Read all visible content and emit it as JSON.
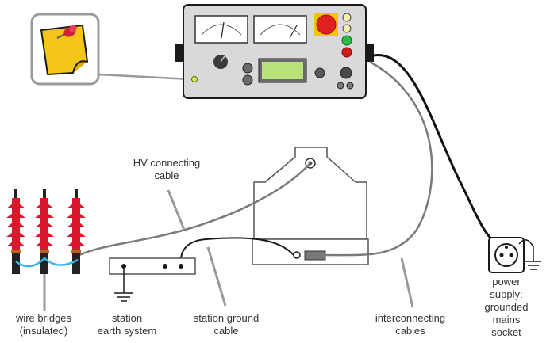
{
  "labels": {
    "hv_cable": "HV connecting\ncable",
    "wire_bridges": "wire bridges\n(insulated)",
    "station_earth": "station\nearth system",
    "station_ground_cable": "station ground\ncable",
    "interconnecting_cables": "interconnecting\ncables",
    "power_supply": "power\nsupply:\ngrounded\nmains\nsocket"
  },
  "colors": {
    "panel": "#d9d9d9",
    "panel_border": "#1a1a1a",
    "display": "#b8e27a",
    "emergency": "#e02020",
    "emergency_ring": "#f2c400",
    "led_green": "#2db84a",
    "led_red": "#d11a1a",
    "insulator": "#d9192b",
    "bridge": "#35b6e5",
    "note": "#f5c518",
    "pin": "#d0203a",
    "hv_cable": "#7a7a7a",
    "mains_cable": "#111111"
  },
  "icons": [
    "sticky-note-icon",
    "pushpin-icon",
    "ground-symbol-icon"
  ]
}
